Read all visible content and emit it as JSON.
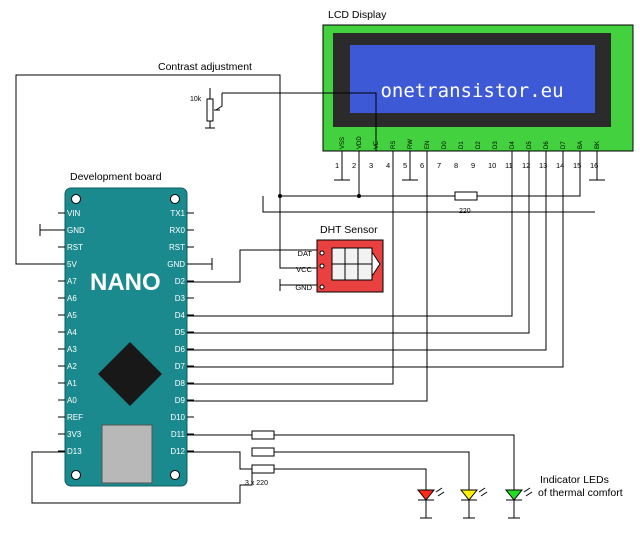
{
  "titles": {
    "lcd": "LCD Display",
    "contrast": "Contrast adjustment",
    "board": "Development board",
    "dht": "DHT Sensor",
    "leds": [
      "Indicator LEDs",
      "of thermal comfort"
    ]
  },
  "lcd": {
    "text": "onetransistor.eu",
    "pin_names": [
      "VSS",
      "VDD",
      "VE",
      "RS",
      "RW",
      "EN",
      "D0",
      "D1",
      "D2",
      "D3",
      "D4",
      "D5",
      "D6",
      "D7",
      "BA",
      "BK"
    ],
    "pin_numbers": [
      "1",
      "2",
      "3",
      "4",
      "5",
      "6",
      "7",
      "8",
      "9",
      "10",
      "11",
      "12",
      "13",
      "14",
      "15",
      "16"
    ]
  },
  "board": {
    "label": "NANO",
    "left_pins": [
      "VIN",
      "GND",
      "RST",
      "5V",
      "A7",
      "A6",
      "A5",
      "A4",
      "A3",
      "A2",
      "A1",
      "A0",
      "REF",
      "3V3",
      "D13"
    ],
    "right_pins": [
      "TX1",
      "RX0",
      "RST",
      "GND",
      "D2",
      "D3",
      "D4",
      "D5",
      "D6",
      "D7",
      "D8",
      "D9",
      "D10",
      "D11",
      "D12"
    ]
  },
  "dht": {
    "pins": [
      "DAT",
      "VCC",
      "GND"
    ]
  },
  "components": {
    "pot": "10k",
    "resistor": "220",
    "led_resistors": "3 x 220"
  },
  "colors": {
    "board": "#1b8a8f",
    "lcd_frame": "#43d13f",
    "lcd_screen": "#3e59d6",
    "dht_body": "#e8413f",
    "led_red": "#ff2a1a",
    "led_yellow": "#fff200",
    "led_green": "#22dd22"
  }
}
